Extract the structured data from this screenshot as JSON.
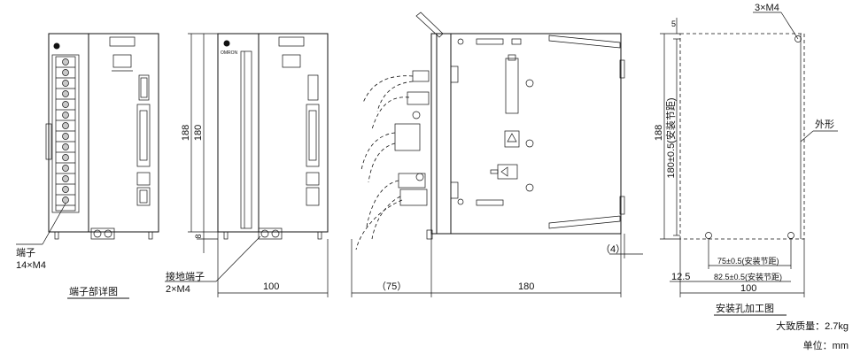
{
  "labels": {
    "terminal": "端子",
    "terminal_spec": "14×M4",
    "terminal_detail": "端子部详图",
    "ground_terminal": "接地端子",
    "ground_spec": "2×M4",
    "dim_100_front": "100",
    "dim_75": "（75）",
    "dim_180_side": "180",
    "dim_4": "（4）",
    "dim_188_front": "188",
    "dim_180_front": "180",
    "dim_8": "8",
    "dim_188_mount": "188",
    "dim_180_mount": "180±0.5(安装节距)",
    "dim_5": "5",
    "hole_spec": "3×M4",
    "outline": "外形",
    "dim_75_pitch": "75±0.5(安装节距)",
    "dim_82_pitch": "82.5±0.5(安装节距)",
    "dim_100_mount": "100",
    "dim_12_5": "12.5",
    "mount_title": "安装孔加工图",
    "mass": "大致质量：2.7kg",
    "unit": "单位：mm"
  }
}
